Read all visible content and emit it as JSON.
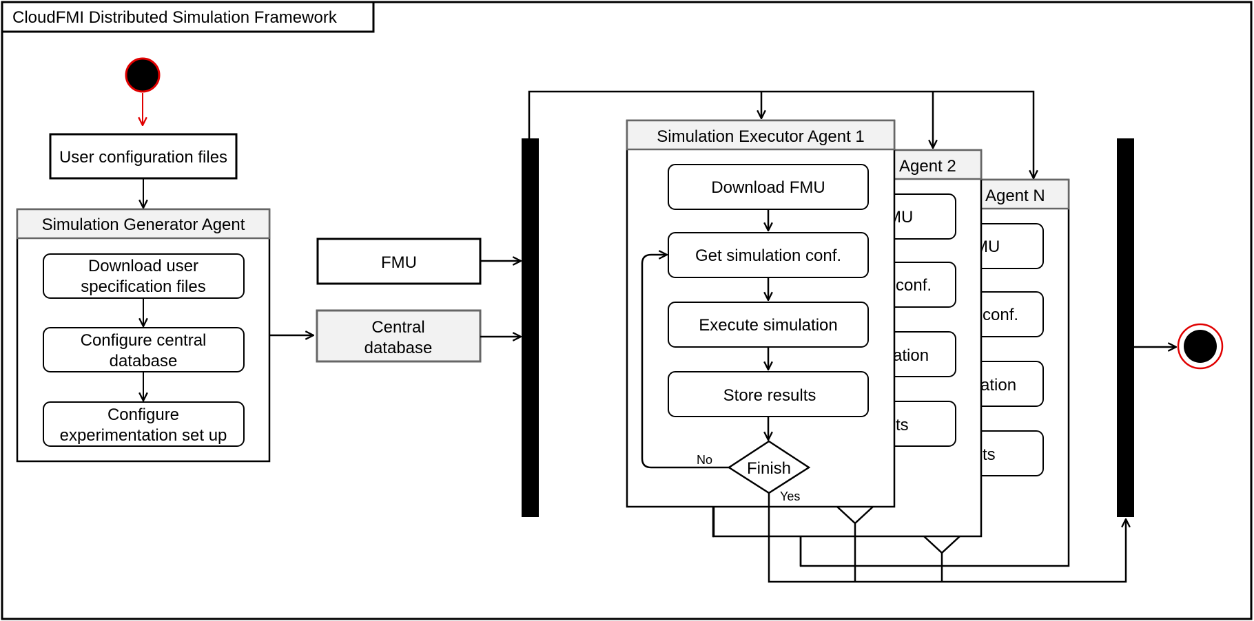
{
  "frame": {
    "title": "CloudFMI Distributed Simulation Framework"
  },
  "nodes": {
    "user_config": "User configuration files",
    "generator": {
      "title": "Simulation Generator Agent",
      "steps": [
        [
          "Download user",
          "specification files"
        ],
        [
          "Configure central",
          "database"
        ],
        [
          "Configure",
          "experimentation set up"
        ]
      ]
    },
    "fmu": "FMU",
    "central_db": [
      "Central",
      "database"
    ],
    "executor_1": {
      "title": "Simulation Executor Agent 1",
      "steps": [
        "Download FMU",
        "Get simulation conf.",
        "Execute simulation",
        "Store results"
      ],
      "decision": "Finish",
      "no_label": "No",
      "yes_label": "Yes"
    },
    "executor_2": {
      "title_fragment": "Agent 2",
      "step_fragments": [
        "MU",
        "conf.",
        "ation",
        "ts"
      ]
    },
    "executor_n": {
      "title_fragment": "Agent N",
      "step_fragments": [
        "MU",
        "conf.",
        "ation",
        "ts"
      ]
    }
  },
  "colors": {
    "start_stroke": "#e00000",
    "start_arrow": "#e00000",
    "header_fill": "#f2f2f2",
    "header_stroke": "#666666",
    "db_fill": "#f2f2f2"
  }
}
